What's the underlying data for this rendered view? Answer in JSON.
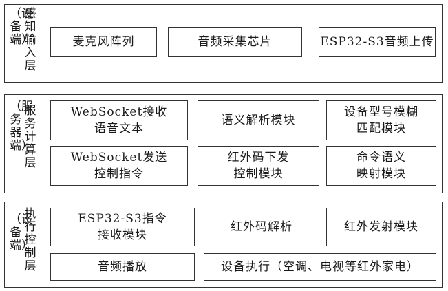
{
  "layers": [
    {
      "id": "perception",
      "main_label": "感知输入层",
      "sub_label": "（设备端）",
      "boxes": [
        {
          "id": "mic-array",
          "lines": [
            "麦克风阵列"
          ]
        },
        {
          "id": "audio-chip",
          "lines": [
            "音频采集芯片"
          ]
        },
        {
          "id": "esp-upload",
          "lines": [
            "ESP32-S3音频上传"
          ]
        }
      ]
    },
    {
      "id": "service",
      "main_label": "服务计算层",
      "sub_label": "（服务器端）",
      "boxes": [
        {
          "id": "ws-receive",
          "lines": [
            "WebSocket接收",
            "语音文本"
          ]
        },
        {
          "id": "semantic",
          "lines": [
            "语义解析模块"
          ]
        },
        {
          "id": "fuzzy-match",
          "lines": [
            "设备型号模糊",
            "匹配模块"
          ]
        },
        {
          "id": "ws-send",
          "lines": [
            "WebSocket发送",
            "控制指令"
          ]
        },
        {
          "id": "ir-dispatch",
          "lines": [
            "红外码下发",
            "控制模块"
          ]
        },
        {
          "id": "cmd-map",
          "lines": [
            "命令语义",
            "映射模块"
          ]
        }
      ]
    },
    {
      "id": "execution",
      "main_label": "执行控制层",
      "sub_label": "（设备端）",
      "boxes": [
        {
          "id": "esp-receive",
          "lines": [
            "ESP32-S3指令",
            "接收模块"
          ]
        },
        {
          "id": "ir-decode",
          "lines": [
            "红外码解析"
          ]
        },
        {
          "id": "ir-emit",
          "lines": [
            "红外发射模块"
          ]
        },
        {
          "id": "audio-play",
          "lines": [
            "音频播放"
          ]
        },
        {
          "id": "device-exec",
          "lines": [
            "设备执行（空调、电视等红外家电）"
          ]
        }
      ]
    }
  ]
}
